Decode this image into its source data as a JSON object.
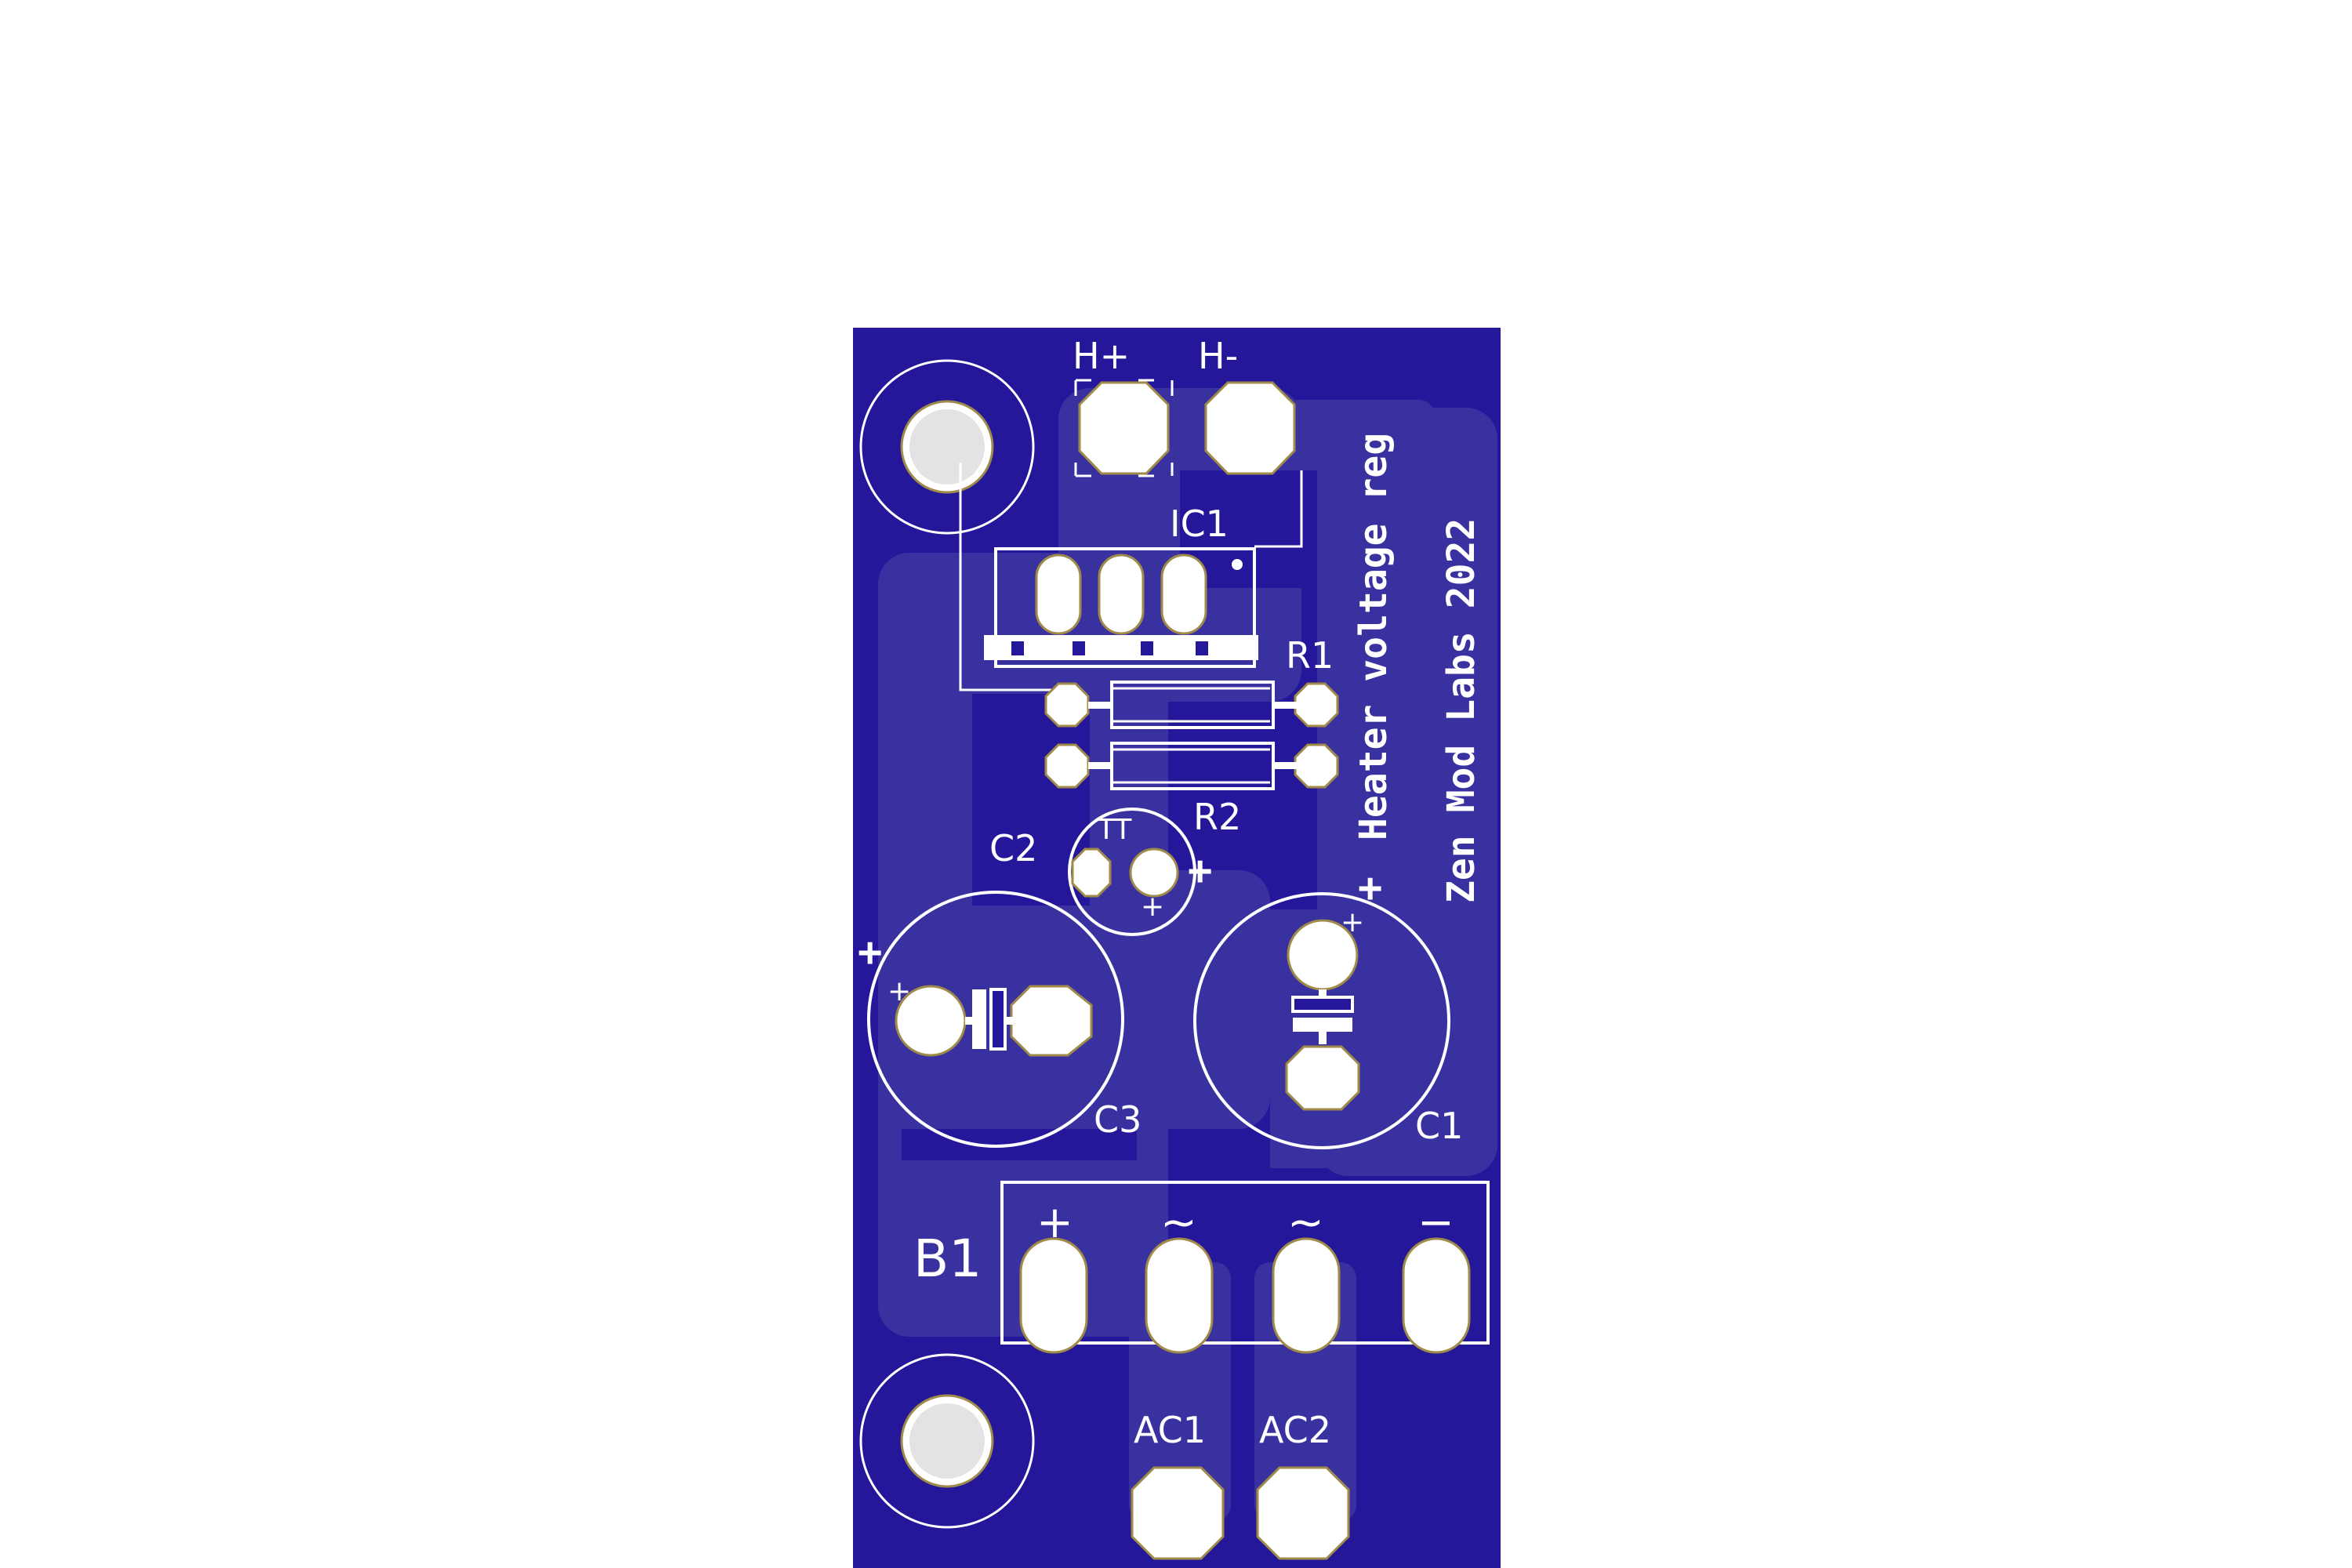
{
  "board": {
    "colors": {
      "substrate": "#24179a",
      "copper_pour": "#3a31a0",
      "silkscreen": "#ffffff",
      "pad": "#ffffff",
      "pad_outline": "#a08a4a",
      "hole": "#d8d8d8"
    }
  },
  "labels": {
    "h_plus": "H+",
    "h_minus": "H-",
    "ic1": "IC1",
    "r1": "R1",
    "r2": "R2",
    "c1": "C1",
    "c2": "C2",
    "c3": "C3",
    "c2_marking": "TT",
    "b1": "B1",
    "ac1": "AC1",
    "ac2": "AC2",
    "plus": "+",
    "minus": "−",
    "tilde": "~"
  },
  "vertical_text": {
    "title": "Heater voltage reg",
    "credit": "Zen Mod Labs 2022"
  }
}
